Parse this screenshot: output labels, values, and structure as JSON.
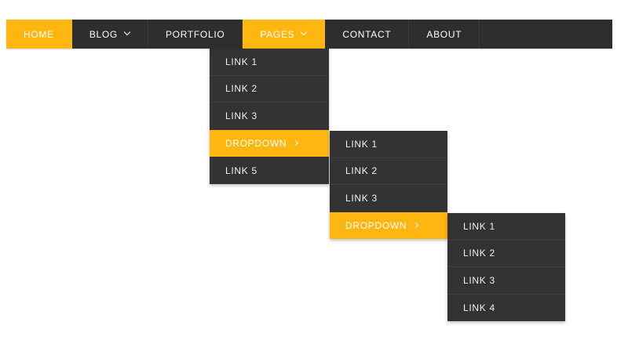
{
  "theme": {
    "accent": "#ffb610",
    "bar_bg": "#2e2e2e",
    "panel_bg": "#333333",
    "text": "#ffffff",
    "page_bg": "#ffffff"
  },
  "menubar": {
    "items": [
      {
        "label": "HOME",
        "active": true,
        "has_caret": false
      },
      {
        "label": "BLOG",
        "active": false,
        "has_caret": true
      },
      {
        "label": "PORTFOLIO",
        "active": false,
        "has_caret": false
      },
      {
        "label": "PAGES",
        "active": true,
        "has_caret": true
      },
      {
        "label": "CONTACT",
        "active": false,
        "has_caret": false
      },
      {
        "label": "ABOUT",
        "active": false,
        "has_caret": false
      }
    ]
  },
  "dropdown_level_1": {
    "items": [
      {
        "label": "LINK 1",
        "active": false,
        "has_submenu": false
      },
      {
        "label": "LINK 2",
        "active": false,
        "has_submenu": false
      },
      {
        "label": "LINK 3",
        "active": false,
        "has_submenu": false
      },
      {
        "label": "DROPDOWN",
        "active": true,
        "has_submenu": true
      },
      {
        "label": "LINK 5",
        "active": false,
        "has_submenu": false
      }
    ]
  },
  "dropdown_level_2": {
    "items": [
      {
        "label": "LINK 1",
        "active": false,
        "has_submenu": false
      },
      {
        "label": "LINK 2",
        "active": false,
        "has_submenu": false
      },
      {
        "label": "LINK 3",
        "active": false,
        "has_submenu": false
      },
      {
        "label": "DROPDOWN",
        "active": true,
        "has_submenu": true
      }
    ]
  },
  "dropdown_level_3": {
    "items": [
      {
        "label": "LINK 1",
        "active": false,
        "has_submenu": false
      },
      {
        "label": "LINK 2",
        "active": false,
        "has_submenu": false
      },
      {
        "label": "LINK 3",
        "active": false,
        "has_submenu": false
      },
      {
        "label": "LINK 4",
        "active": false,
        "has_submenu": false
      }
    ]
  },
  "icons": {
    "caret_down": "chevron-down-icon",
    "caret_right": "chevron-right-icon"
  }
}
